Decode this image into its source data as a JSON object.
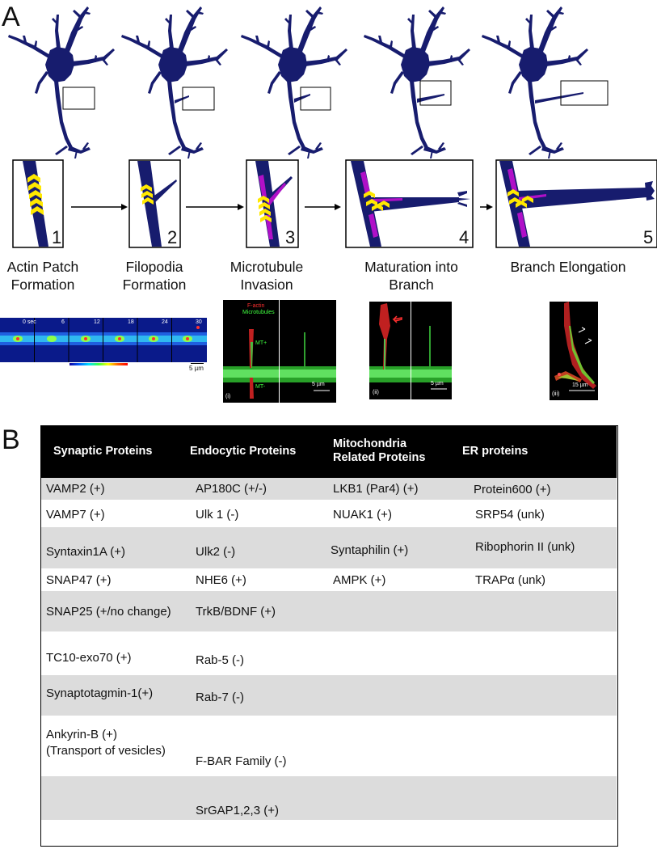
{
  "panel_a": {
    "letter": "A",
    "stages": [
      {
        "number": "1",
        "title": "Actin Patch\nFormation"
      },
      {
        "number": "2",
        "title": "Filopodia\nFormation"
      },
      {
        "number": "3",
        "title": "Microtubule\nInvasion"
      },
      {
        "number": "4",
        "title": "Maturation into\nBranch"
      },
      {
        "number": "5",
        "title": "Branch Elongation"
      }
    ],
    "timelapse": {
      "frame_labels": [
        "0 sec",
        "6",
        "12",
        "18",
        "24",
        "30"
      ],
      "scale": "5 µm"
    },
    "micrograph_i": {
      "label": "(i)",
      "legend_f_actin": "F-actin",
      "legend_microtubules": "Microtubules",
      "mt_plus": "MT+",
      "mt_minus": "MT-",
      "scale": "5 µm"
    },
    "micrograph_ii": {
      "label": "(ii)",
      "scale": "5 µm"
    },
    "micrograph_iii": {
      "label": "(iii)",
      "scale": "15 µm"
    },
    "colors": {
      "neuron": "#171c6e",
      "actin_chevrons": "#ffe800",
      "microtubules": "#b010c8"
    }
  },
  "panel_b": {
    "letter": "B",
    "headers": [
      "Synaptic Proteins",
      "Endocytic Proteins",
      "Mitochondria\nRelated Proteins",
      "ER proteins"
    ],
    "columns": {
      "synaptic": [
        "VAMP2 (+)",
        "VAMP7 (+)",
        "Syntaxin1A (+)",
        "SNAP47 (+)",
        "SNAP25 (+/no change)",
        "TC10-exo70 (+)",
        "Synaptotagmin-1(+)",
        "Ankyrin-B (+)\n(Transport of vesicles)"
      ],
      "endocytic": [
        "AP180C (+/-)",
        "Ulk 1 (-)",
        "Ulk2 (-)",
        "NHE6 (+)",
        "TrkB/BDNF (+)",
        "Rab-5 (-)",
        "Rab-7 (-)",
        "F-BAR Family (-)",
        "SrGAP1,2,3 (+)"
      ],
      "mitochondria": [
        "LKB1 (Par4) (+)",
        "NUAK1 (+)",
        "Syntaphilin (+)",
        "AMPK (+)"
      ],
      "er": [
        "Protein600 (+)",
        "SRP54 (unk)",
        "Ribophorin II (unk)",
        "TRAPα (unk)"
      ]
    }
  }
}
